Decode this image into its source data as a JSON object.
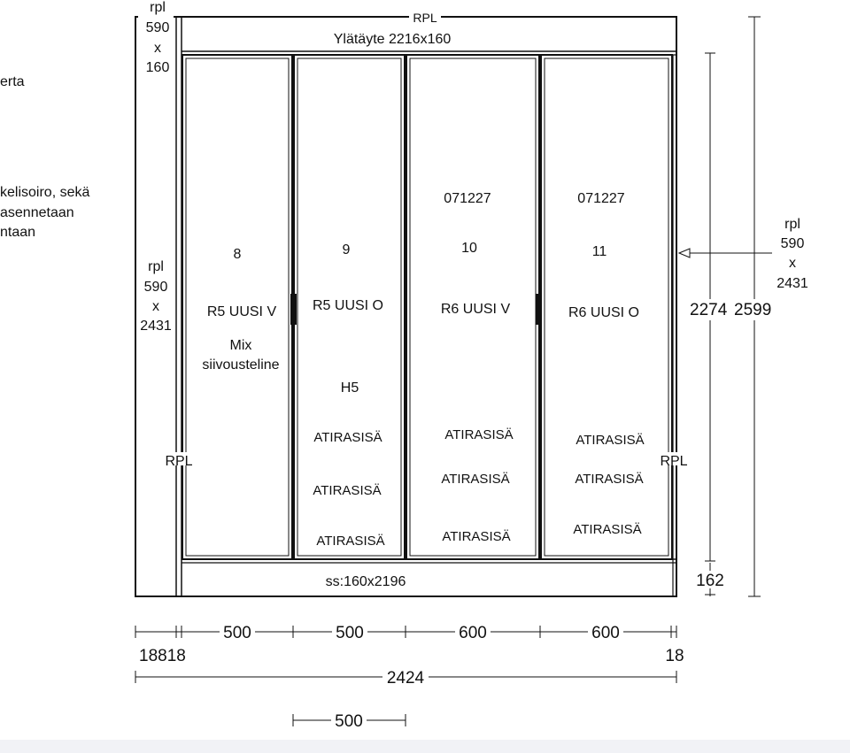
{
  "left_notes": [
    "erta",
    "kelisoiro, sekä",
    "asennetaan",
    "ntaan"
  ],
  "top": {
    "rpl_label": "RPL",
    "panel_label": "Ylätäyte 2216x160"
  },
  "left_top_label": [
    "rpl",
    "590",
    "x",
    "160"
  ],
  "left_side_label": [
    "rpl",
    "590",
    "x",
    "2431"
  ],
  "right_side_label": [
    "rpl",
    "590",
    "x",
    "2431"
  ],
  "rpl_side_left": "RPL",
  "rpl_side_right": "RPL",
  "bottom_panel_label": "ss:160x2196",
  "doors": [
    {
      "code": "",
      "number": "8",
      "model": "R5 UUSI V",
      "extra": [
        "Mix",
        "siivousteline"
      ],
      "items": []
    },
    {
      "code": "",
      "number": "9",
      "model": "R5 UUSI O",
      "extra": [
        "H5"
      ],
      "items": [
        "ATIRASISÄ",
        "ATIRASISÄ",
        "ATIRASISÄ"
      ]
    },
    {
      "code": "071227",
      "number": "10",
      "model": "R6 UUSI V",
      "extra": [],
      "items": [
        "ATIRASISÄ",
        "ATIRASISÄ",
        "ATIRASISÄ"
      ]
    },
    {
      "code": "071227",
      "number": "11",
      "model": "R6 UUSI O",
      "extra": [],
      "items": [
        "ATIRASISÄ",
        "ATIRASISÄ",
        "ATIRASISÄ"
      ]
    }
  ],
  "dimensions": {
    "widths": [
      "500",
      "500",
      "600",
      "600"
    ],
    "left_offsets": "18818",
    "right_offset": "18",
    "total_width": "2424",
    "inner_height": "2274",
    "total_height": "2599",
    "bottom_height": "162",
    "extra_width": "500"
  }
}
